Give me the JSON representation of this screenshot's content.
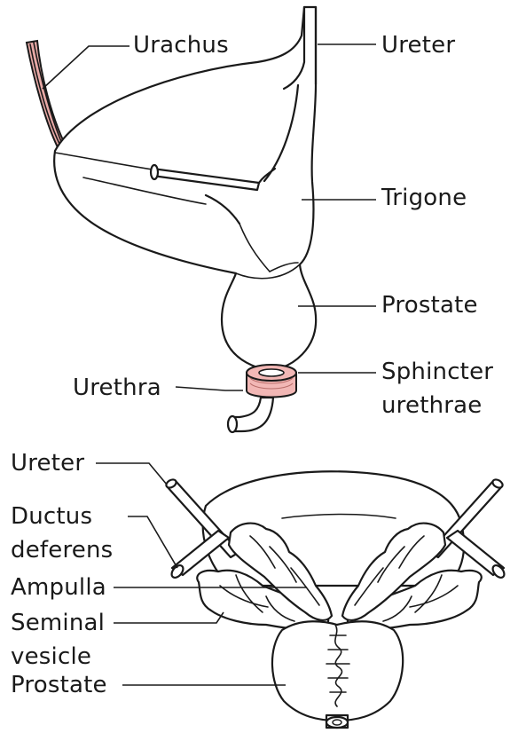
{
  "top_figure": {
    "labels": {
      "urachus": "Urachus",
      "ureter": "Ureter",
      "trigone": "Trigone",
      "prostate": "Prostate",
      "sphincter_line1": "Sphincter",
      "sphincter_line2": "urethrae",
      "urethra": "Urethra"
    },
    "colors": {
      "urachus_fill": "#e8a9a6",
      "sphincter_fill": "#f2b7b5",
      "ink": "#1a1a1a"
    }
  },
  "bottom_figure": {
    "labels": {
      "ureter": "Ureter",
      "ductus_line1": "Ductus",
      "ductus_line2": "deferens",
      "ampulla": "Ampulla",
      "seminal_line1": "Seminal",
      "seminal_line2": "vesicle",
      "prostate": "Prostate"
    }
  }
}
